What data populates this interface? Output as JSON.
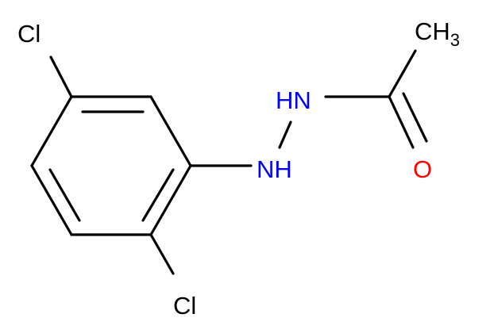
{
  "molecule": {
    "atoms": {
      "cl_top": {
        "text": "Cl",
        "color": "#000000"
      },
      "cl_bottom": {
        "text": "Cl",
        "color": "#000000"
      },
      "nh_ring": {
        "text": "NH",
        "color": "#0000ff"
      },
      "nh_acyl": {
        "text": "HN",
        "color": "#0000ff"
      },
      "oxygen": {
        "text": "O",
        "color": "#ff0000"
      },
      "methyl": {
        "text": "CH",
        "subscript": "3",
        "color": "#000000"
      }
    }
  }
}
